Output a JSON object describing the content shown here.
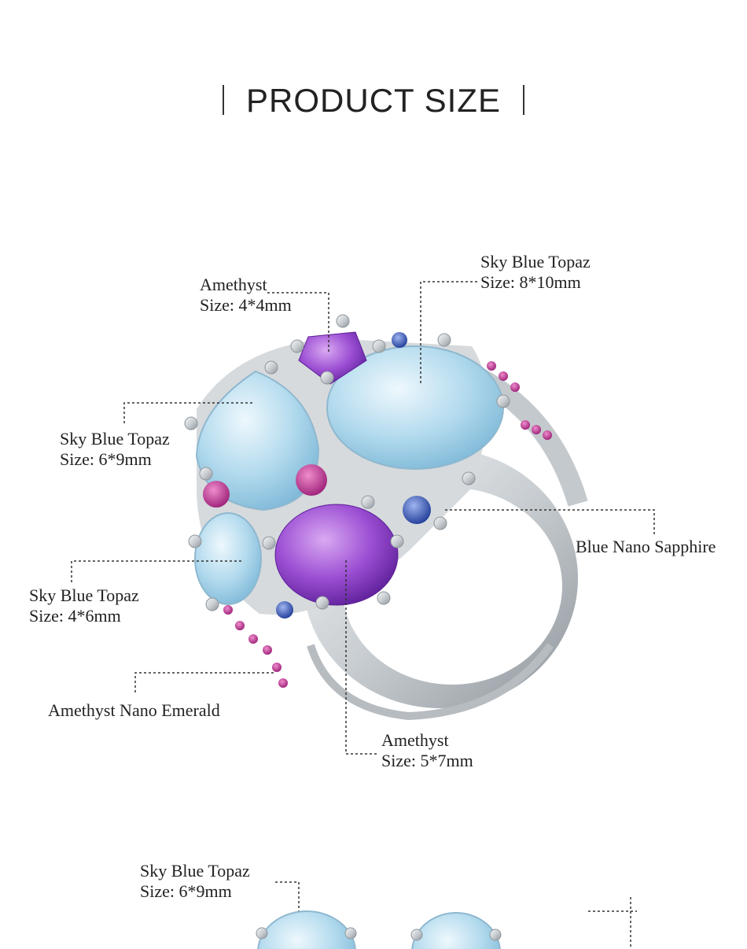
{
  "heading": "PRODUCT SIZE",
  "ring_labels": [
    {
      "name": "Amethyst",
      "size": "Size: 4*4mm"
    },
    {
      "name": "Sky Blue Topaz",
      "size": "Size: 8*10mm"
    },
    {
      "name": "Sky Blue Topaz",
      "size": "Size: 6*9mm"
    },
    {
      "name": "Blue Nano Sapphire",
      "size": ""
    },
    {
      "name": "Sky Blue Topaz",
      "size": "Size: 4*6mm"
    },
    {
      "name": "Amethyst Nano Emerald",
      "size": ""
    },
    {
      "name": "Amethyst",
      "size": "Size: 5*7mm"
    }
  ],
  "earring_labels": [
    {
      "name": "Sky Blue Topaz",
      "size": "Size: 6*9mm"
    }
  ],
  "colors": {
    "topaz": "#a9d3ea",
    "amethyst": "#8a3cc4",
    "sapphire": "#2c4fb0",
    "pink": "#c03a9a",
    "silver": "#d9dde0"
  }
}
